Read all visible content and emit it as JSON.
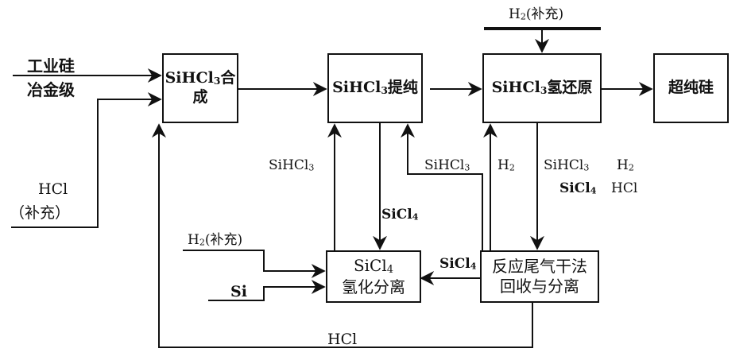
{
  "diagram": {
    "type": "process-flow",
    "boxes": {
      "synthesis": {
        "main": "SiHCl",
        "sub": "3",
        "suffix": "合成"
      },
      "purification": {
        "main": "SiHCl",
        "sub": "3",
        "suffix": "提纯"
      },
      "reduction": {
        "main": "SiHCl",
        "sub": "3",
        "suffix": "氢还原"
      },
      "product": {
        "label": "超纯硅"
      },
      "hydrogenation": {
        "line1_main": "SiCl",
        "line1_sub": "4",
        "line2": "氢化分离"
      },
      "offgas": {
        "line1": "反应尾气干法",
        "line2": "回收与分离"
      }
    },
    "labels": {
      "industrial_si": "工业硅",
      "metallurgical_grade": "冶金级",
      "hcl_makeup_line1": "HCl",
      "hcl_makeup_line2": "（补充）",
      "h2_makeup_top": {
        "main": "H",
        "sub": "2",
        "suffix": "(补充)"
      },
      "h2_makeup_bottom": {
        "main": "H",
        "sub": "2",
        "suffix": "(补充)"
      },
      "si_input": "Si",
      "sihcl3_recycle_left": {
        "main": "SiHCl",
        "sub": "3"
      },
      "sicl4_down": {
        "main": "SiCl",
        "sub": "4"
      },
      "sihcl3_from_offgas": {
        "main": "SiHCl",
        "sub": "3"
      },
      "h2_from_offgas": {
        "main": "H",
        "sub": "2"
      },
      "offgas_sihcl3": {
        "main": "SiHCl",
        "sub": "3"
      },
      "offgas_h2": {
        "main": "H",
        "sub": "2"
      },
      "offgas_sicl4": {
        "main": "SiCl",
        "sub": "4"
      },
      "offgas_hcl": "HCl",
      "sicl4_to_hydrogenation": {
        "main": "SiCl",
        "sub": "4"
      },
      "hcl_recycle_bottom": "HCl"
    },
    "colors": {
      "line": "#111111",
      "background": "#ffffff"
    }
  }
}
